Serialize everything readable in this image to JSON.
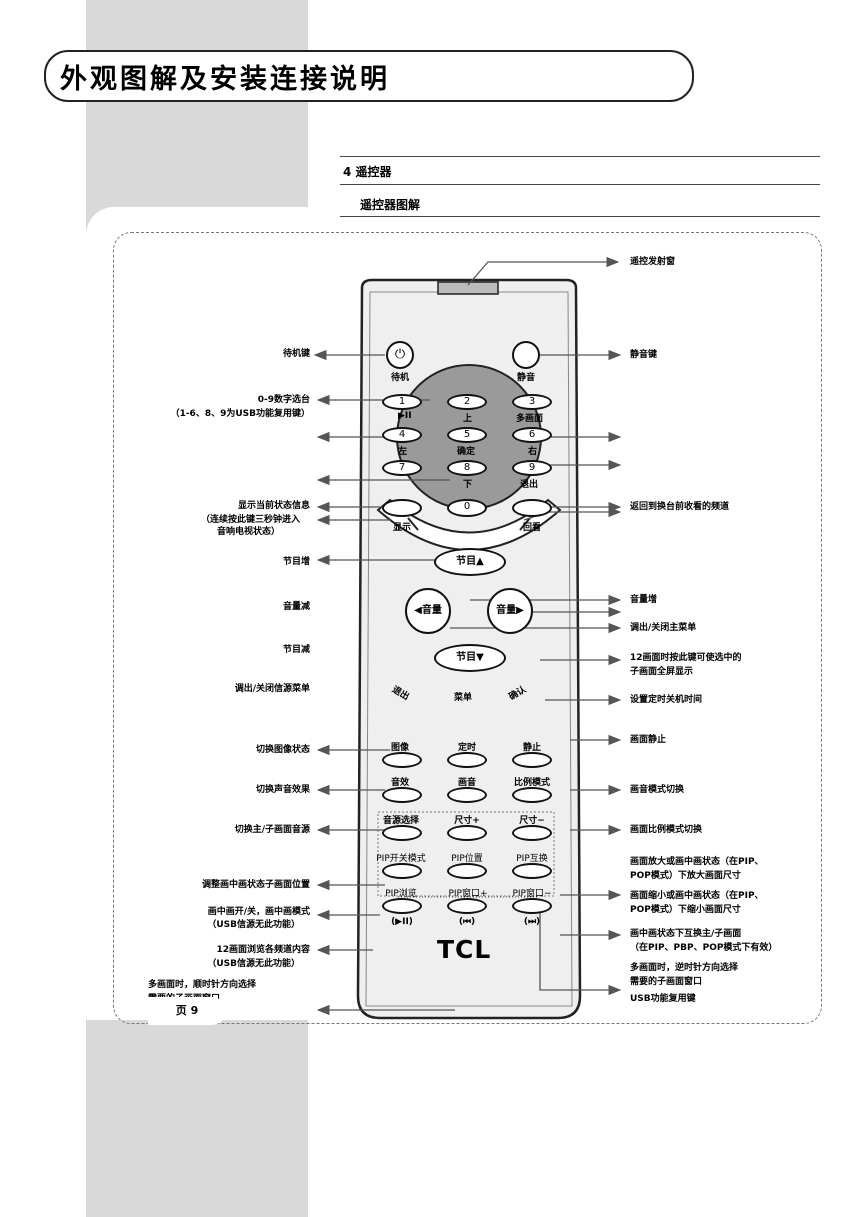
{
  "page_title": "外观图解及安装连接说明",
  "section_heading": "4 遥控器",
  "subsection_heading": "遥控器图解",
  "page_number": "页 9",
  "brand": "TCL",
  "remote": {
    "standby": "待机",
    "mute": "静音",
    "display": "显示",
    "recall": "回看",
    "prog_up": "节目▲",
    "prog_down": "节目▼",
    "vol_down": "◀音量",
    "vol_up": "音量▶",
    "menu": "菜单",
    "exit": "退出",
    "confirm": "确认",
    "picture": "图像",
    "timer": "定时",
    "freeze": "静止",
    "sound": "音效",
    "picture2": "画音",
    "ratio": "比例模式",
    "sound_switch": "音源选择",
    "size_plus": "尺寸+",
    "size_minus": "尺寸−",
    "pip_mode": "PIP开关模式",
    "pip_pos": "PIP位置",
    "pip_swap": "PIP互换",
    "pip_browse": "PIP浏览",
    "pip_win_plus": "PIP窗口+",
    "pip_win_minus": "PIP窗口−",
    "play_pause": "(▶II)",
    "prev": "(⏮)",
    "next": "(⏭)",
    "digits": [
      "1",
      "2",
      "3",
      "4",
      "5",
      "6",
      "7",
      "8",
      "9",
      "0"
    ],
    "sub_1": "▶II",
    "sub_2": "上",
    "sub_3": "多画面",
    "sub_4": "左",
    "sub_5": "确定",
    "sub_6": "右",
    "sub_8": "下",
    "sub_9": "退出"
  },
  "annotations": {
    "ir_window": "遥控发射窗",
    "standby_key": "待机键",
    "mute_key": "静音键",
    "digits_line1": "0-9数字选台",
    "digits_line2": "（1-6、8、9为USB功能复用键）",
    "display_line1": "显示当前状态信息",
    "display_line2": "（连续按此键三秒钟进入",
    "display_line3": "音响电视状态）",
    "recall_line": "返回到换台前收看的频道",
    "prog_up_key": "节目增",
    "vol_down_key": "音量减",
    "vol_up_key": "音量增",
    "menu_key": "调出/关闭主菜单",
    "prog_down_key": "节目减",
    "exit_key": "调出/关闭信源菜单",
    "confirm_line1": "12画面时按此键可使选中的",
    "confirm_line2": "子画面全屏显示",
    "timer_key": "设置定时关机时间",
    "picture_key": "切换图像状态",
    "freeze_key": "画面静止",
    "sound_key": "切换声音效果",
    "picture_mode_key": "画音模式切换",
    "ratio_key": "画面比例模式切换",
    "source_key": "切换主/子画面音源",
    "size_plus_line1": "画面放大或画中画状态（在PIP、",
    "size_plus_line2": "POP模式）下放大画面尺寸",
    "pip_pos_key": "调整画中画状态子画面位置",
    "size_minus_line1": "画面缩小或画中画状态（在PIP、",
    "size_minus_line2": "POP模式）下缩小画面尺寸",
    "pip_mode_line1": "画中画开/关，画中画模式",
    "pip_mode_line2": "（USB信源无此功能）",
    "pip_swap_line1": "画中画状态下互换主/子画面",
    "pip_swap_line2": "（在PIP、PBP、POP模式下有效）",
    "browse_line1": "12画面浏览各频道内容",
    "browse_line2": "（USB信源无此功能）",
    "win_plus_line1": "多画面时，顺时针方向选择",
    "win_plus_line2": "需要的子画面窗口",
    "win_minus_line1": "多画面时，逆时针方向选择",
    "win_minus_line2": "需要的子画面窗口",
    "usb_key": "USB功能复用键"
  }
}
